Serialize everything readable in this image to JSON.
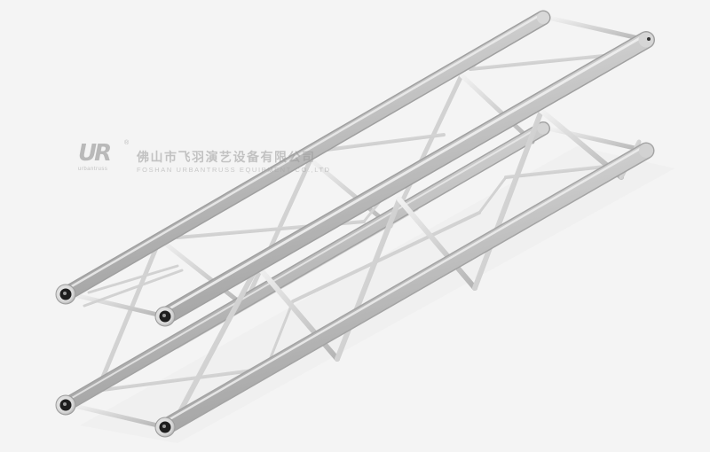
{
  "image": {
    "subject": "Aluminum square box truss segment (4 chords, diagonal lacing)",
    "background_color": "#f4f4f4",
    "tube_color": "#c4c4c4",
    "tube_highlight": "#ececec",
    "tube_shadow": "#9a9a9a"
  },
  "watermark": {
    "logo_text": "UR",
    "logo_subtext": "urbantruss",
    "registered_mark": "®",
    "company_name_cn": "佛山市飞羽演艺设备有限公司",
    "company_name_en": "FOSHAN URBANTRUSS EQUIPMENT CO.,LTD"
  }
}
